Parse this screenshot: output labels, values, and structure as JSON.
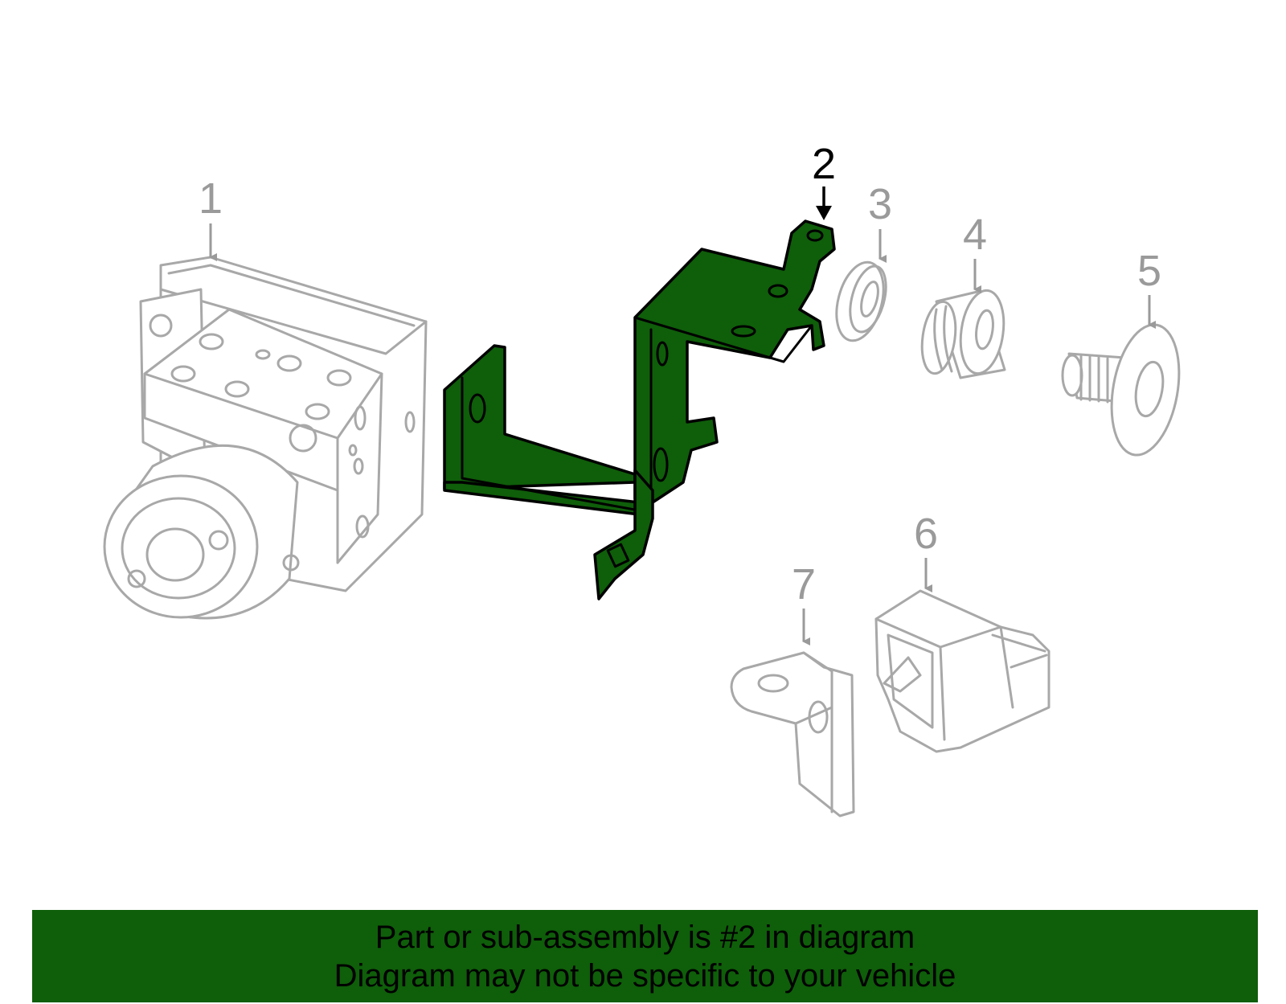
{
  "colors": {
    "highlight": "#0f5e0a",
    "banner": "#0f5e0a",
    "part_outline": "#a8a8a8",
    "callout_gray": "#9a9a9a",
    "callout_highlight": "#000000"
  },
  "callouts": [
    {
      "label": "1",
      "highlighted": false
    },
    {
      "label": "2",
      "highlighted": true
    },
    {
      "label": "3",
      "highlighted": false
    },
    {
      "label": "4",
      "highlighted": false
    },
    {
      "label": "5",
      "highlighted": false
    },
    {
      "label": "6",
      "highlighted": false
    },
    {
      "label": "7",
      "highlighted": false
    }
  ],
  "banner": {
    "line1": "Part or sub-assembly is #2 in diagram",
    "line2": "Diagram may not be specific to your vehicle"
  }
}
